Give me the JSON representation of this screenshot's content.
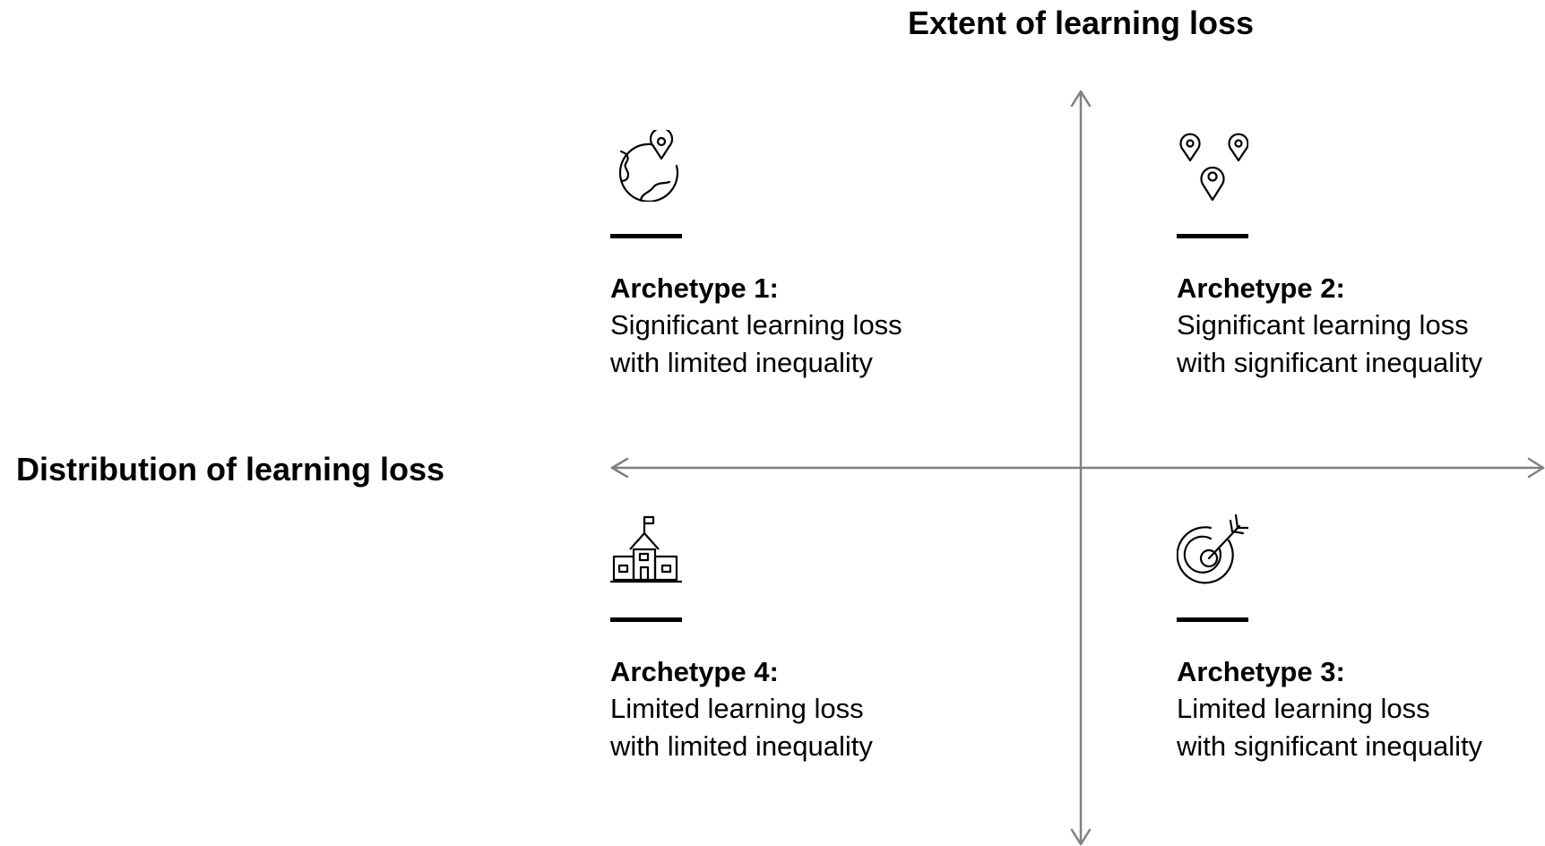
{
  "axes": {
    "vertical_title": "Extent of learning loss",
    "horizontal_title": "Distribution of learning loss",
    "line_color": "#808080"
  },
  "quadrants": [
    {
      "id": "q1",
      "icon": "globe-pin-icon",
      "heading": "Archetype 1:",
      "lines": [
        "Significant learning loss",
        "with limited inequality"
      ]
    },
    {
      "id": "q2",
      "icon": "map-pins-icon",
      "heading": "Archetype 2:",
      "lines": [
        "Significant learning loss",
        "with significant inequality"
      ]
    },
    {
      "id": "q3",
      "icon": "target-arrow-icon",
      "heading": "Archetype 3:",
      "lines": [
        "Limited learning loss",
        "with significant inequality"
      ]
    },
    {
      "id": "q4",
      "icon": "school-icon",
      "heading": "Archetype 4:",
      "lines": [
        "Limited learning loss",
        "with limited inequality"
      ]
    }
  ]
}
